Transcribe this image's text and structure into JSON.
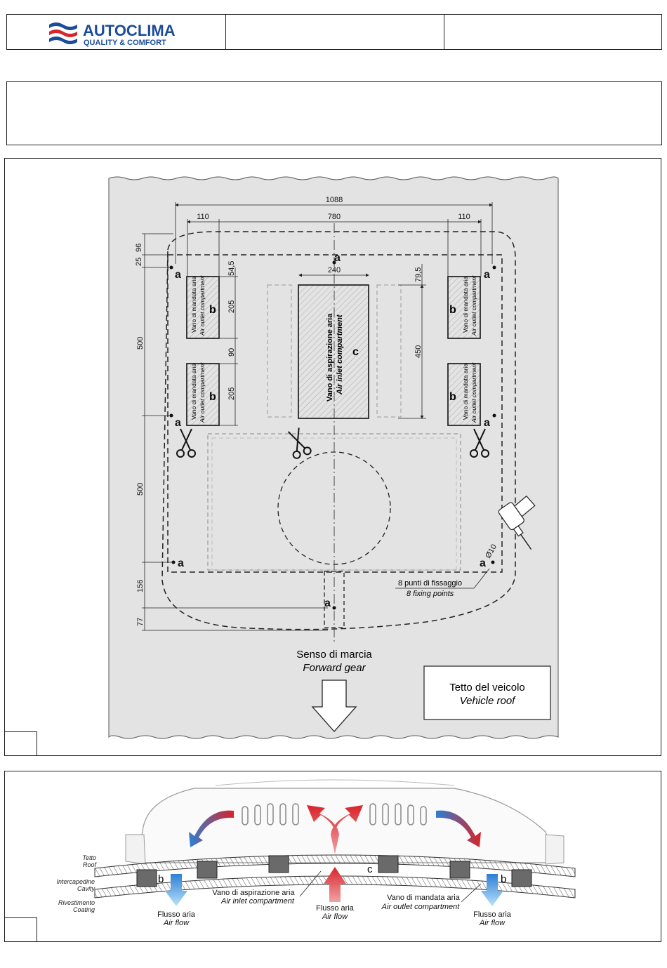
{
  "header": {
    "brand": "AUTOCLIMA",
    "tagline": "QUALITY & COMFORT",
    "brand_color": "#1a4c9c",
    "accent_color": "#d7262e"
  },
  "figure1": {
    "dimensions": {
      "total_width": "1088",
      "center_width": "780",
      "left_side": "110",
      "right_side": "110",
      "d96": "96",
      "d25": "25",
      "d545": "54,5",
      "d240": "240",
      "d795": "79,5",
      "d205a": "205",
      "d90": "90",
      "d205b": "205",
      "d450": "450",
      "d500a": "500",
      "d500b": "500",
      "d156": "156",
      "d77": "77",
      "diameter": "Ø10"
    },
    "labels": {
      "a": "a",
      "b": "b",
      "c": "c",
      "outlet_it": "Vano di mandata aria",
      "outlet_en": "Air outlet compartment",
      "inlet_it": "Vano di aspirazione aria",
      "inlet_en": "Air inlet compartment",
      "fixing_it": "8 punti di fissaggio",
      "fixing_en": "8 fixing points",
      "direction_it": "Senso di marcia",
      "direction_en": "Forward gear",
      "roof_it": "Tetto del veicolo",
      "roof_en": "Vehicle roof"
    },
    "icons": [
      "scissors-icon",
      "drill-icon",
      "arrow-down-icon"
    ]
  },
  "figure2": {
    "labels": {
      "roof_it": "Tetto",
      "roof_en": "Roof",
      "cavity_it": "Intercapedine",
      "cavity_en": "Cavity",
      "coating_it": "Rivestimento",
      "coating_en": "Coating",
      "airflow_it": "Flusso aria",
      "airflow_en": "Air flow",
      "inlet_it": "Vano di aspirazione aria",
      "inlet_en": "Air inlet compartment",
      "outlet_it": "Vano di mandata aria",
      "outlet_en": "Air outlet compartment",
      "b": "b",
      "c": "c"
    },
    "colors": {
      "hot": "#d8232a",
      "cold": "#2d7fd3",
      "coldlight": "#7cc2f0"
    }
  }
}
